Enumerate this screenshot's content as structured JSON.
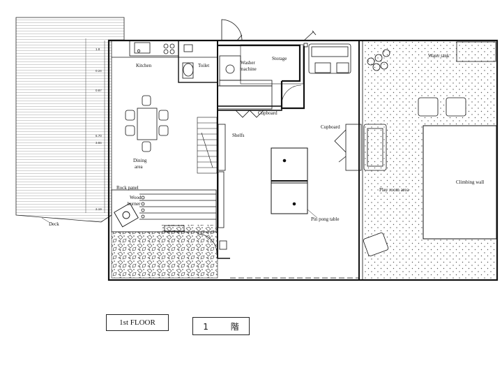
{
  "labels": {
    "kitchen": "Kitchen",
    "toilet": "Toilet",
    "washer_1": "Washer",
    "washer_2": "machine",
    "storage": "Storage",
    "cupboard_1": "Cupboard",
    "cupboard_2": "Cupboard",
    "shelfs": "Shelfs",
    "dining_1": "Dining",
    "dining_2": "area",
    "rock_panel": "Rock panel",
    "wood_1": "Wood",
    "wood_2": "burner",
    "deck": "Deck",
    "ping_pong": "Pin pong table",
    "water_tank": "Water tank",
    "climbing_wall": "Climbing wall",
    "play_room": "Play room area"
  },
  "dimensions": [
    "1.8",
    "0.24",
    "0.87",
    "6.70",
    "3.84",
    "2.19"
  ],
  "footer": {
    "floor_en": "1st FLOOR",
    "floor_jp": "1 階"
  }
}
